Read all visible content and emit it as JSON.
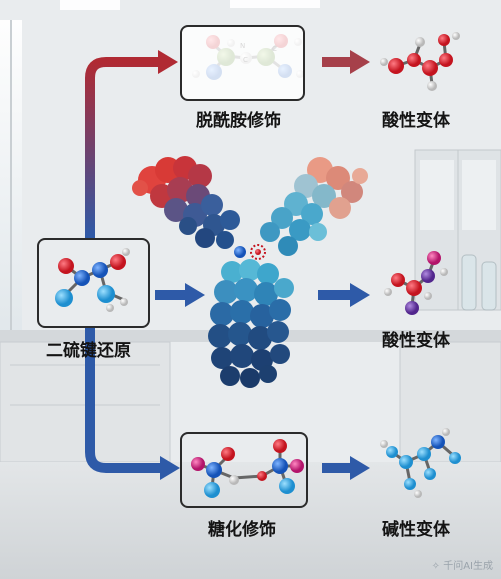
{
  "nodes": {
    "disulfide": "二硫键还原",
    "deamidation": "脱酰胺修饰",
    "glycation": "糖化修饰",
    "acidic_top": "酸性变体",
    "acidic_mid": "酸性变体",
    "basic": "碱性变体"
  },
  "watermark": "千问AI生成",
  "colors": {
    "red_arrow": "#b02a33",
    "blue_arrow": "#2e5aa8",
    "atom_red": "#d01f2e",
    "atom_blue": "#1e66c8",
    "atom_green": "#6a9a3a",
    "atom_purple": "#6b3fa6"
  }
}
